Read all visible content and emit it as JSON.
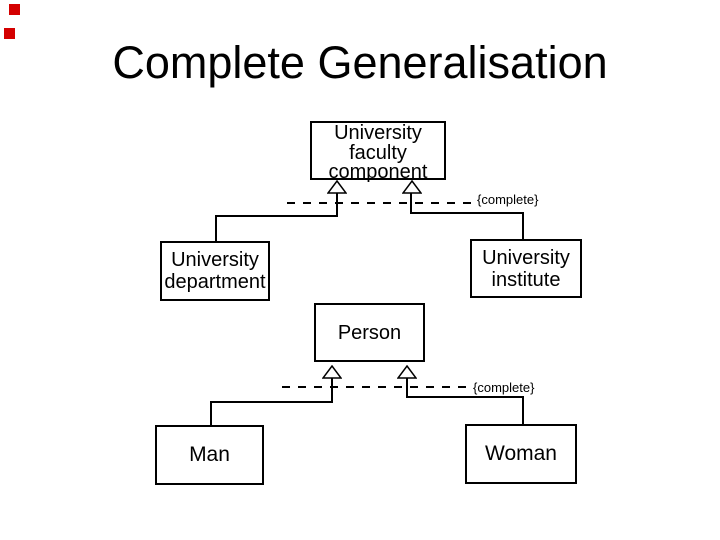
{
  "slide": {
    "title": "Complete Generalisation",
    "decor_color": "#d40000"
  },
  "diagrams": [
    {
      "id": "university-generalisation",
      "parent_lines": [
        "University",
        "faculty",
        "component"
      ],
      "constraint_label": "{complete}",
      "children": [
        {
          "lines": [
            "University",
            "department"
          ]
        },
        {
          "lines": [
            "University",
            "institute"
          ]
        }
      ]
    },
    {
      "id": "person-generalisation",
      "parent_lines": [
        "Person"
      ],
      "constraint_label": "{complete}",
      "children": [
        {
          "lines": [
            "Man"
          ]
        },
        {
          "lines": [
            "Woman"
          ]
        }
      ]
    }
  ]
}
